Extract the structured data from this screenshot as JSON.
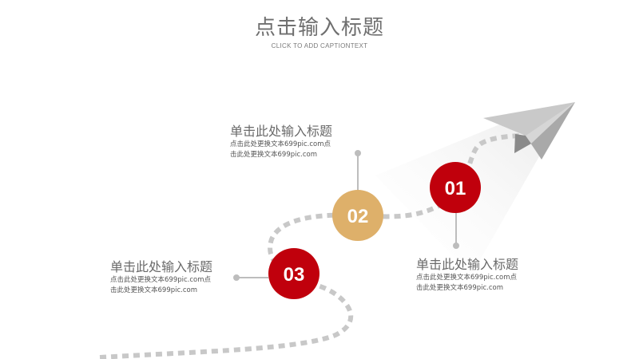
{
  "header": {
    "title": "点击输入标题",
    "subtitle": "CLICK TO ADD CAPTIONTEXT"
  },
  "steps": [
    {
      "number": "01",
      "color": "#c0000c",
      "heading": "单击此处输入标题",
      "body_line1": "点击此处更换文本699pic.com点",
      "body_line2": "击此处更换文本699pic.com"
    },
    {
      "number": "02",
      "color": "#deb06a",
      "heading": "单击此处输入标题",
      "body_line1": "点击此处更换文本699pic.com点",
      "body_line2": "击此处更换文本699pic.com"
    },
    {
      "number": "03",
      "color": "#c0000c",
      "heading": "单击此处输入标题",
      "body_line1": "点击此处更换文本699pic.com点",
      "body_line2": "击此处更换文本699pic.com"
    }
  ],
  "colors": {
    "path": "#c8c8c8",
    "connector": "#bdbdbd",
    "plane": "#b4b4b4"
  },
  "icons": {
    "plane": "paper-plane-icon"
  }
}
